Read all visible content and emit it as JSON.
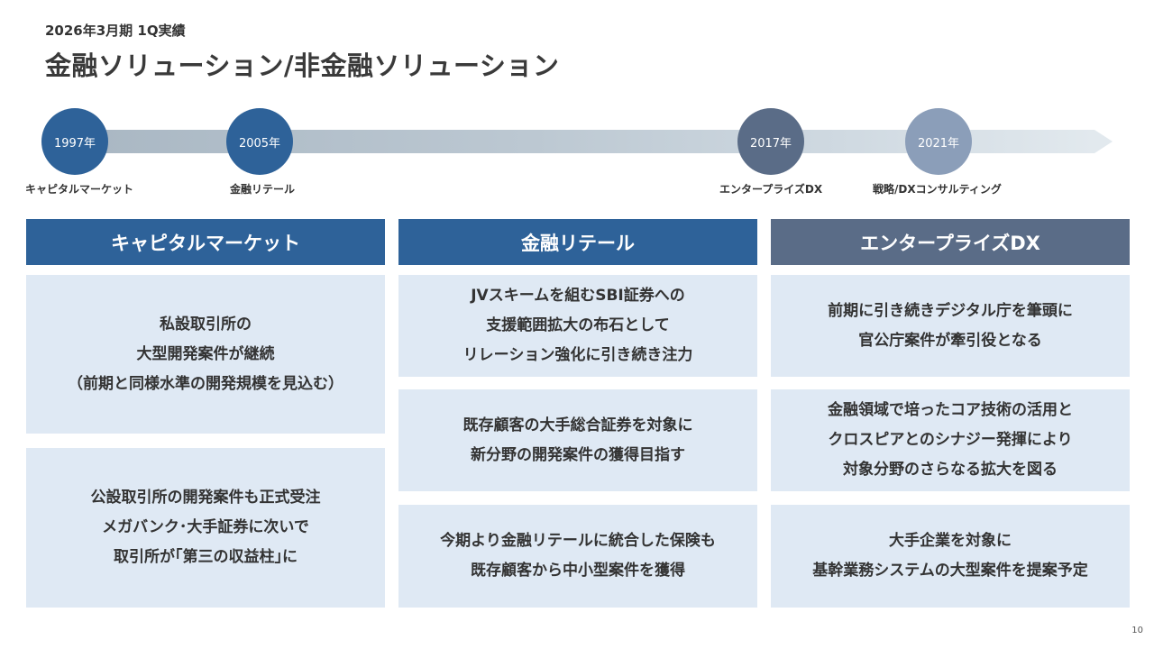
{
  "header": {
    "subtitle": "2026年3月期 1Q実績",
    "title": "金融ソリューション/非金融ソリューション"
  },
  "timeline": {
    "milestones": [
      {
        "year": "1997年",
        "label": "キャピタルマーケット",
        "color": "#2e6299"
      },
      {
        "year": "2005年",
        "label": "金融リテール",
        "color": "#2e6299"
      },
      {
        "year": "2017年",
        "label": "エンタープライズDX",
        "color": "#5a6c87"
      },
      {
        "year": "2021年",
        "label": "戦略/DXコンサルティング",
        "color": "#8b9eb9"
      }
    ]
  },
  "columns": [
    {
      "title": "キャピタルマーケット",
      "color": "#2e6299",
      "boxes": [
        "私設取引所の\n大型開発案件が継続\n（前期と同様水準の開発規模を見込む）",
        "公設取引所の開発案件も正式受注\nメガバンク･大手証券に次いで\n取引所が｢第三の収益柱｣に"
      ]
    },
    {
      "title": "金融リテール",
      "color": "#2e6299",
      "boxes": [
        "JVスキームを組むSBI証券への\n支援範囲拡大の布石として\nリレーション強化に引き続き注力",
        "既存顧客の大手総合証券を対象に\n新分野の開発案件の獲得目指す",
        "今期より金融リテールに統合した保険も\n既存顧客から中小型案件を獲得"
      ]
    },
    {
      "title": "エンタープライズDX",
      "color": "#5a6c87",
      "boxes": [
        "前期に引き続きデジタル庁を筆頭に\n官公庁案件が牽引役となる",
        "金融領域で培ったコア技術の活用と\nクロスピアとのシナジー発揮により\n対象分野のさらなる拡大を図る",
        "大手企業を対象に\n基幹業務システムの大型案件を提案予定"
      ]
    }
  ],
  "page_number": "10"
}
